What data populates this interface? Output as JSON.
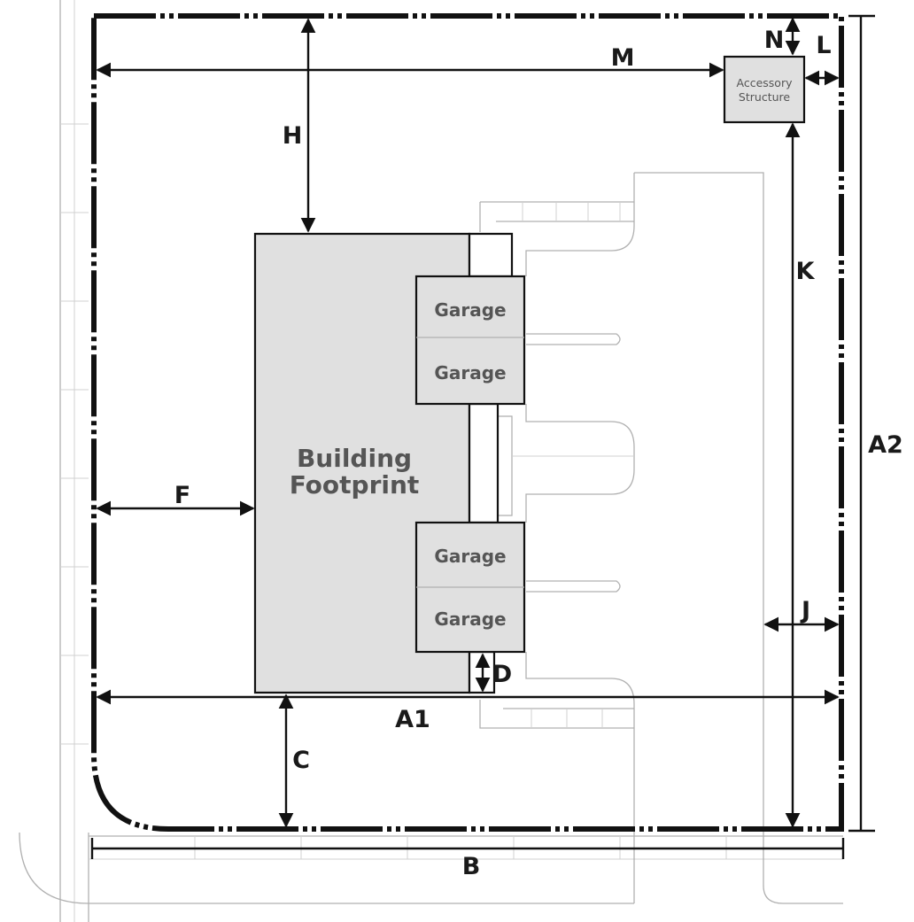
{
  "diagram": {
    "labels": {
      "building_footprint_line1": "Building",
      "building_footprint_line2": "Footprint",
      "garage": "Garage",
      "accessory_line1": "Accessory",
      "accessory_line2": "Structure"
    },
    "dimensions": {
      "a1": "A1",
      "a2": "A2",
      "b": "B",
      "c": "C",
      "d": "D",
      "f": "F",
      "h": "H",
      "j": "J",
      "k": "K",
      "l": "L",
      "m": "M",
      "n": "N"
    },
    "colors": {
      "building_fill": "#e0e0e0",
      "line": "#111111",
      "light_line": "#b0b0b0"
    }
  }
}
